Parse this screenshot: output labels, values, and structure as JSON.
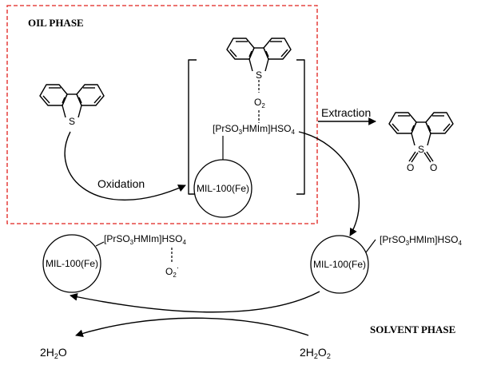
{
  "phases": {
    "oil": "OIL PHASE",
    "solvent": "SOLVENT PHASE"
  },
  "steps": {
    "oxidation": "Oxidation",
    "extraction": "Extraction"
  },
  "catalyst": {
    "support": "MIL-100(Fe)",
    "il_prefix": "[PrSO",
    "il_sub": "3",
    "il_mid": "HMIm]HSO",
    "il_sub2": "4"
  },
  "oxygen": {
    "bound_base": "O",
    "bound_sub": "2",
    "radical_base": "O",
    "radical_sub": "2",
    "radical_sup": "·"
  },
  "species": {
    "sulfur": "S",
    "oxo": "O",
    "water_coef": "2H",
    "water_sub": "2",
    "water_tail": "O",
    "peroxide_coef": "2H",
    "peroxide_sub": "2",
    "peroxide_mid": "O",
    "peroxide_sub2": "2"
  },
  "colors": {
    "oil_box_border": "#e0201c",
    "ink": "#000000"
  }
}
